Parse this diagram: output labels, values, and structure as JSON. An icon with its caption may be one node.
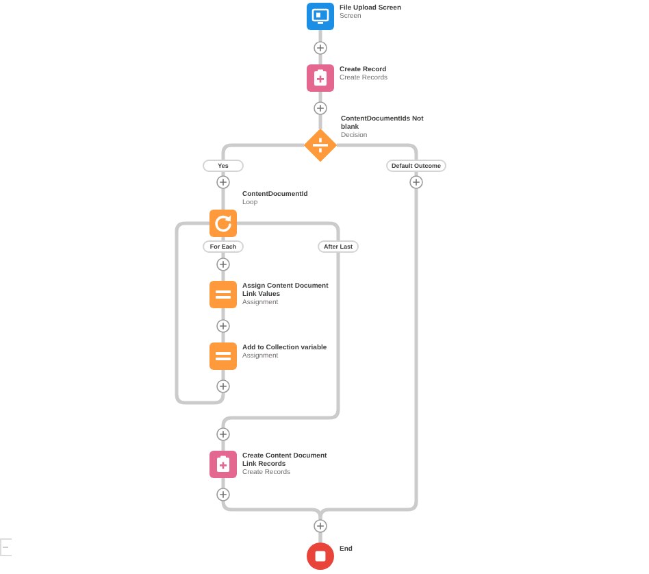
{
  "diagram": {
    "nodes": [
      {
        "text": [
          "File Upload Screen",
          "Screen"
        ]
      },
      {
        "text": [
          "Create Record",
          "Create Records"
        ]
      },
      {
        "text": [
          "ContentDocumentIds Not blank",
          "Decision"
        ]
      },
      {
        "text": [
          "ContentDocumentId",
          "Loop"
        ]
      },
      {
        "text": [
          "Assign Content Document Link Values",
          "Assignment"
        ]
      },
      {
        "text": [
          "Add to Collection variable",
          "Assignment"
        ]
      },
      {
        "text": [
          "Create Content Document Link Records",
          "Create Records"
        ]
      },
      {
        "text": [
          "End"
        ]
      }
    ],
    "edges": [
      {
        "from": 0,
        "to": 1,
        "arrow": "none"
      },
      {
        "from": 1,
        "to": 2,
        "arrow": "none"
      },
      {
        "from": 2,
        "to": 3,
        "label": "Yes",
        "arrow": "none"
      },
      {
        "from": 2,
        "to": 7,
        "label": "Default Outcome",
        "arrow": "none"
      },
      {
        "from": 3,
        "to": 4,
        "label": "For Each",
        "arrow": "none"
      },
      {
        "from": 4,
        "to": 5,
        "arrow": "none"
      },
      {
        "from": 5,
        "to": 3,
        "arrow": "none"
      },
      {
        "from": 3,
        "to": 6,
        "label": "After Last",
        "arrow": "none"
      },
      {
        "from": 6,
        "to": 7,
        "arrow": "none"
      }
    ]
  }
}
